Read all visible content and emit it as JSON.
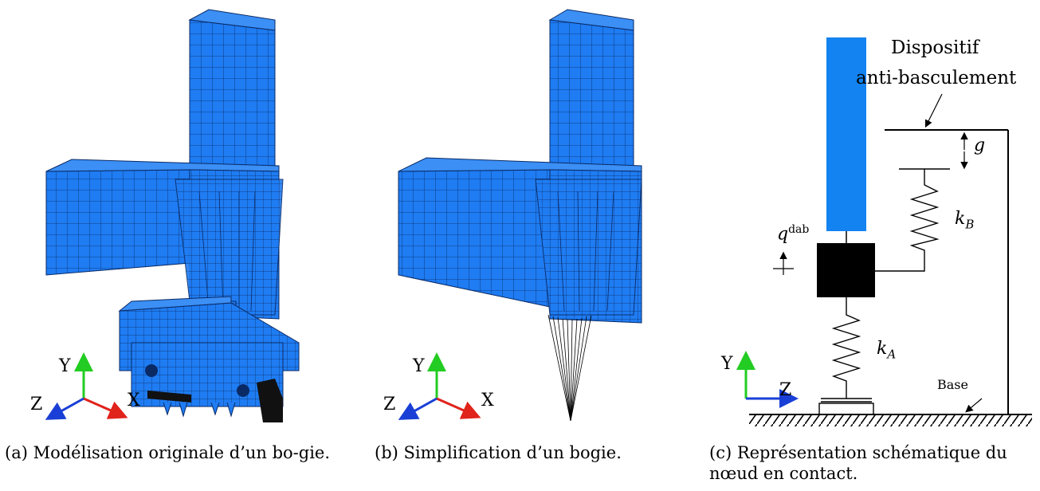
{
  "figure_a": {
    "caption": "(a) Modélisation originale d’un bo-gie.",
    "axes": {
      "x": "X",
      "y": "Y",
      "z": "Z"
    }
  },
  "figure_b": {
    "caption": "(b) Simplification d’un bogie.",
    "axes": {
      "x": "X",
      "y": "Y",
      "z": "Z"
    }
  },
  "figure_c": {
    "caption": "(c) Représentation schématique du nœud en contact.",
    "label_device_line1": "Dispositif",
    "label_device_line2": "anti-basculement",
    "label_gap": "g",
    "label_kb": "k",
    "label_kb_sub": "B",
    "label_ka": "k",
    "label_ka_sub": "A",
    "label_q": "q",
    "label_q_sup": "dab",
    "label_base": "Base",
    "axes": {
      "y": "Y",
      "z": "Z"
    }
  },
  "colors": {
    "mesh_blue": "#1f7cf2",
    "mesh_line": "#0a2a66",
    "axis_x": "#e0231b",
    "axis_y": "#22cc22",
    "axis_z": "#1a3fd6",
    "column_blue": "#1283f0"
  }
}
